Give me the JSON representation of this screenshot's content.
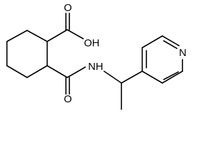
{
  "molecule": {
    "atom_labels": {
      "carboxyl_oxygen": "O",
      "hydroxyl": "OH",
      "amide_oxygen": "O",
      "amide_nitrogen": "NH",
      "pyridine_nitrogen": "N"
    }
  }
}
